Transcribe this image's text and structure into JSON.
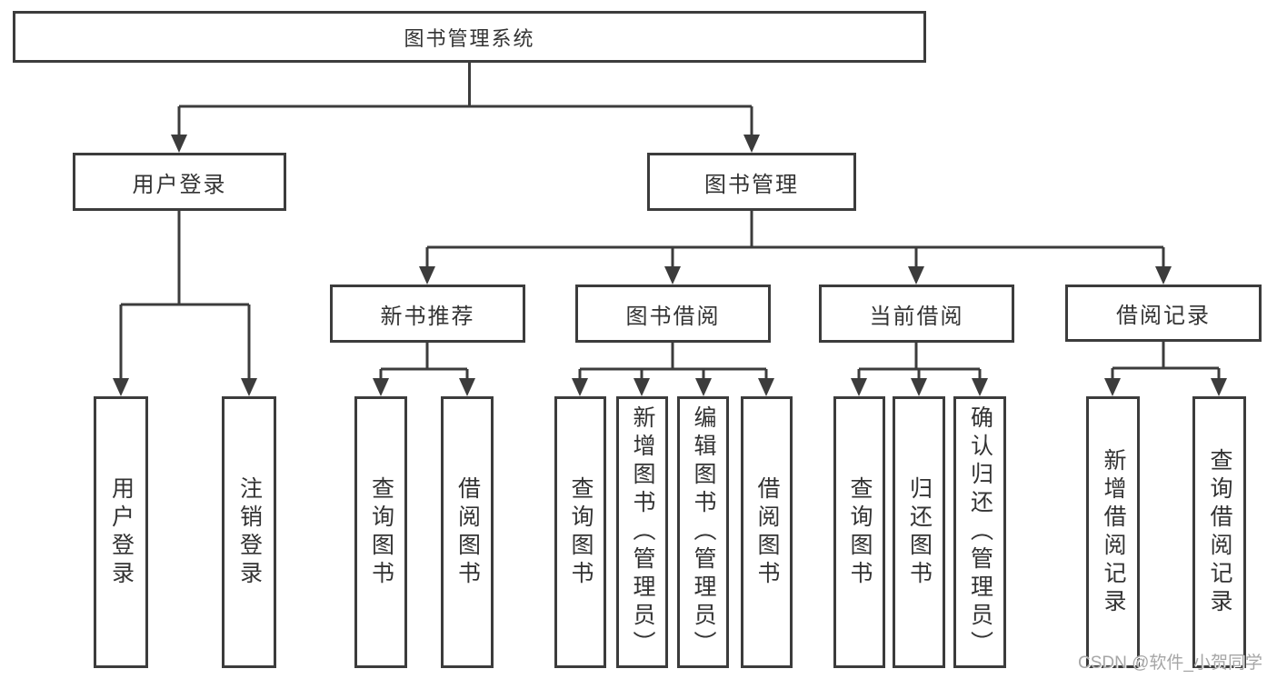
{
  "nodes": {
    "root": "图书管理系统",
    "l2": [
      "用户登录",
      "图书管理"
    ],
    "l3": [
      "新书推荐",
      "图书借阅",
      "当前借阅",
      "借阅记录"
    ],
    "leaves": [
      "用户登录",
      "注销登录",
      "查询图书",
      "借阅图书",
      "查询图书",
      "新增图书（管理员）",
      "编辑图书（管理员）",
      "借阅图书",
      "查询图书",
      "归还图书",
      "确认归还（管理员）",
      "新增借阅记录",
      "查询借阅记录"
    ]
  },
  "watermark": "CSDN @软件_小贺同学",
  "colors": {
    "background": "#ffffff",
    "line": "#3c3c3c",
    "box_border": "#3c3c3c",
    "text": "#333333",
    "watermark": "#a6a6a6"
  }
}
